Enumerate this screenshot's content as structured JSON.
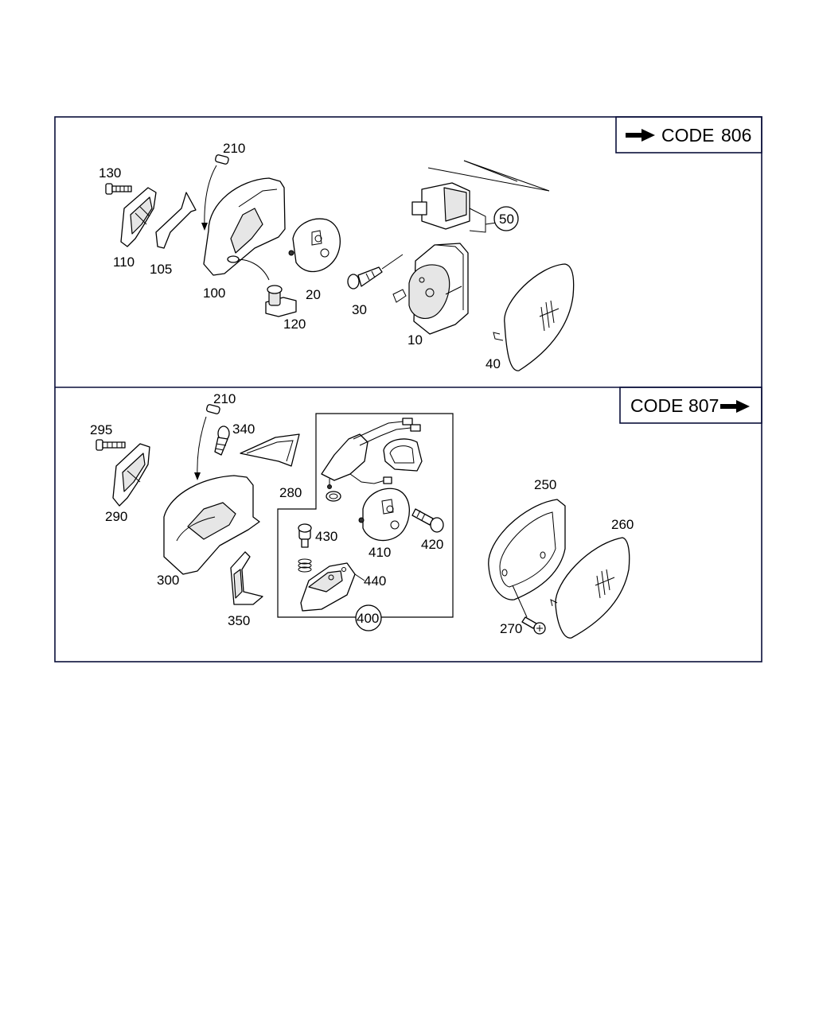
{
  "top_panel": {
    "code_label": "CODE",
    "code_number": "806",
    "labels": {
      "p210": "210",
      "p130": "130",
      "p110": "110",
      "p105": "105",
      "p100": "100",
      "p120": "120",
      "p20": "20",
      "p30": "30",
      "p10": "10",
      "p50": "50",
      "p40": "40"
    }
  },
  "bottom_panel": {
    "code_label": "CODE",
    "code_number": "807",
    "labels": {
      "p210": "210",
      "p295": "295",
      "p340": "340",
      "p290": "290",
      "p280": "280",
      "p300": "300",
      "p350": "350",
      "p430": "430",
      "p410": "410",
      "p420": "420",
      "p440": "440",
      "p400": "400",
      "p250": "250",
      "p260": "260",
      "p270": "270"
    }
  },
  "colors": {
    "frame": "#0a0f3a",
    "line": "#000000",
    "fill": "#ffffff"
  }
}
